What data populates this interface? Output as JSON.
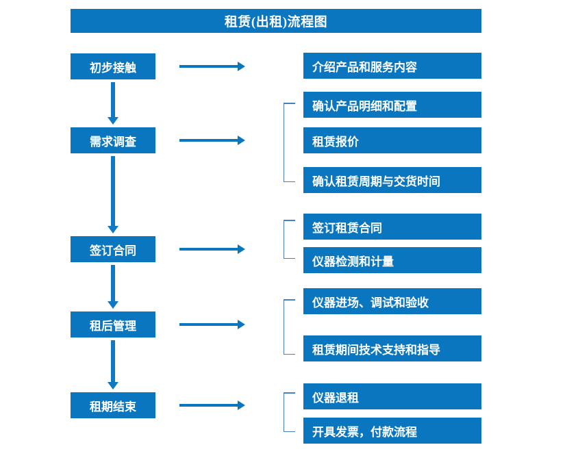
{
  "diagram": {
    "title": "租赁(出租)流程图",
    "accent_color": "#0b76c0",
    "bracket_color": "#4a7fbf",
    "arrow_color": "#0f79c4",
    "text_color": "#ffffff",
    "background_color": "#ffffff"
  },
  "stages": [
    {
      "label": "初步接触"
    },
    {
      "label": "需求调查"
    },
    {
      "label": "签订合同"
    },
    {
      "label": "租后管理"
    },
    {
      "label": "租期结束"
    }
  ],
  "details": [
    {
      "label": "介绍产品和服务内容"
    },
    {
      "label": "确认产品明细和配置"
    },
    {
      "label": "租赁报价"
    },
    {
      "label": "确认租赁周期与交货时间"
    },
    {
      "label": "签订租赁合同"
    },
    {
      "label": "仪器检测和计量"
    },
    {
      "label": "仪器进场、调试和验收"
    },
    {
      "label": "租赁期间技术支持和指导"
    },
    {
      "label": "仪器退租"
    },
    {
      "label": "开具发票，付款流程"
    }
  ]
}
